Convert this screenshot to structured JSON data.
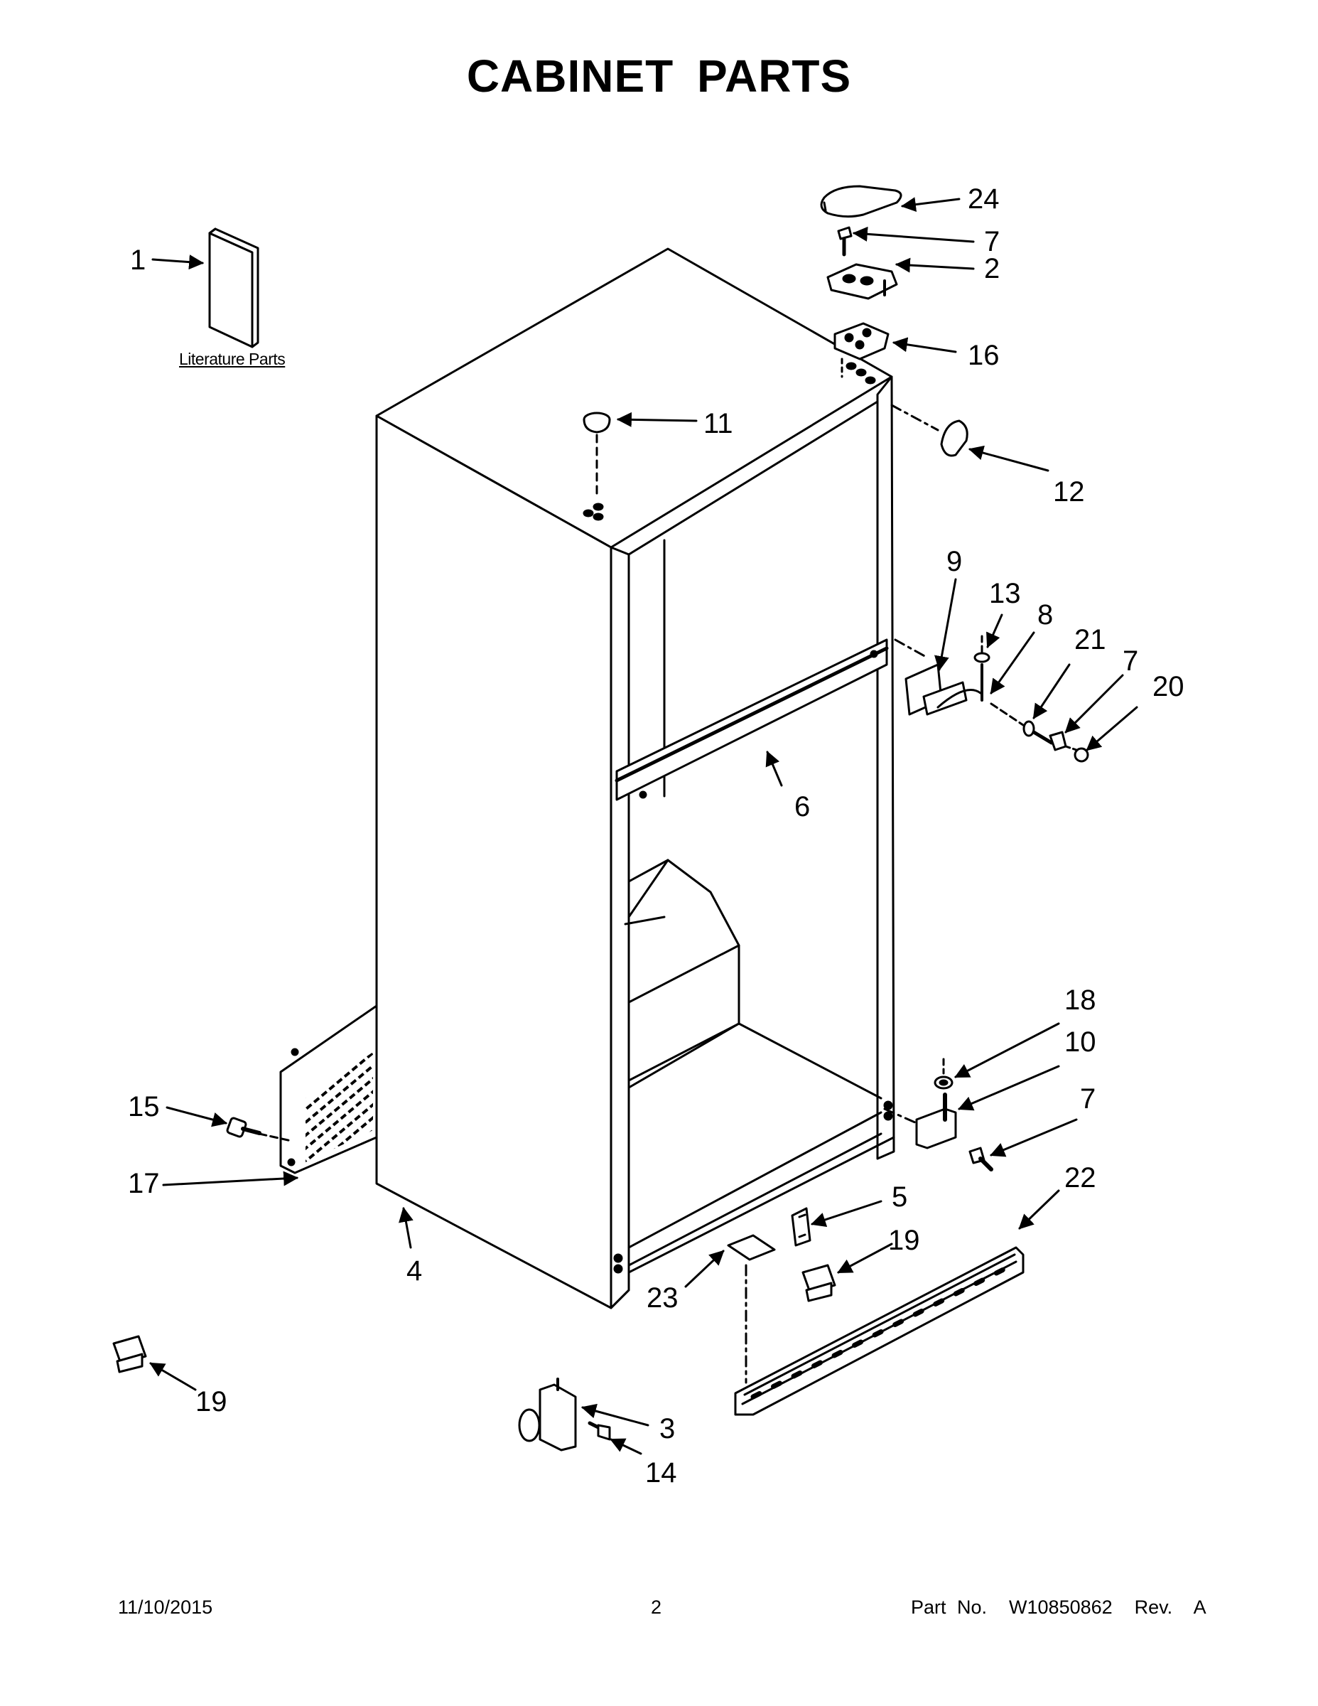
{
  "page_title": "CABINET PARTS",
  "literature_caption": "Literature Parts",
  "callouts": {
    "c1": "1",
    "c24": "24",
    "c7a": "7",
    "c2": "2",
    "c16": "16",
    "c11": "11",
    "c12": "12",
    "c9": "9",
    "c13": "13",
    "c8": "8",
    "c21": "21",
    "c7b": "7",
    "c20": "20",
    "c6": "6",
    "c18": "18",
    "c10": "10",
    "c7c": "7",
    "c15": "15",
    "c17": "17",
    "c22": "22",
    "c5": "5",
    "c19a": "19",
    "c4": "4",
    "c23": "23",
    "c19b": "19",
    "c3": "3",
    "c14": "14"
  },
  "footer": {
    "date": "11/10/2015",
    "page_number": "2",
    "part_no": "Part No.  W10850862  Rev.  A"
  }
}
